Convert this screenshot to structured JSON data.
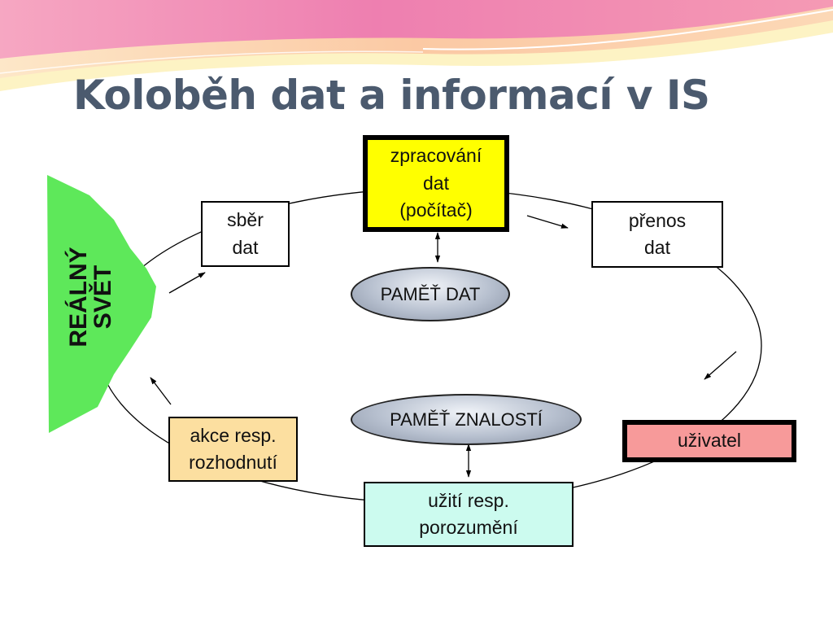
{
  "title": "Koloběh dat a informací v IS",
  "real_world": {
    "label": "REÁLNÝ\nSVĚT",
    "color": "#5ee85a"
  },
  "nodes": {
    "processing": {
      "label": "zpracování\ndat\n(počítač)",
      "color": "#ffff00"
    },
    "collection": {
      "label": "sběr\ndat"
    },
    "transfer": {
      "label": "přenos\ndat"
    },
    "data_memory": {
      "label": "PAMĚŤ DAT"
    },
    "knowledge_memory": {
      "label": "PAMĚŤ ZNALOSTÍ"
    },
    "user": {
      "label": "uživatel",
      "color": "#f79a9a"
    },
    "action": {
      "label": "akce resp.\nrozhodnutí",
      "color": "#fcdfa0"
    },
    "usage": {
      "label": "užití resp.\nporozumění",
      "color": "#ccfbef"
    }
  },
  "colors": {
    "title": "#4b5a6e",
    "banner_pink": "#ee7fb0",
    "banner_peach": "#fbc9a4",
    "banner_yellow": "#fdf3c4"
  }
}
